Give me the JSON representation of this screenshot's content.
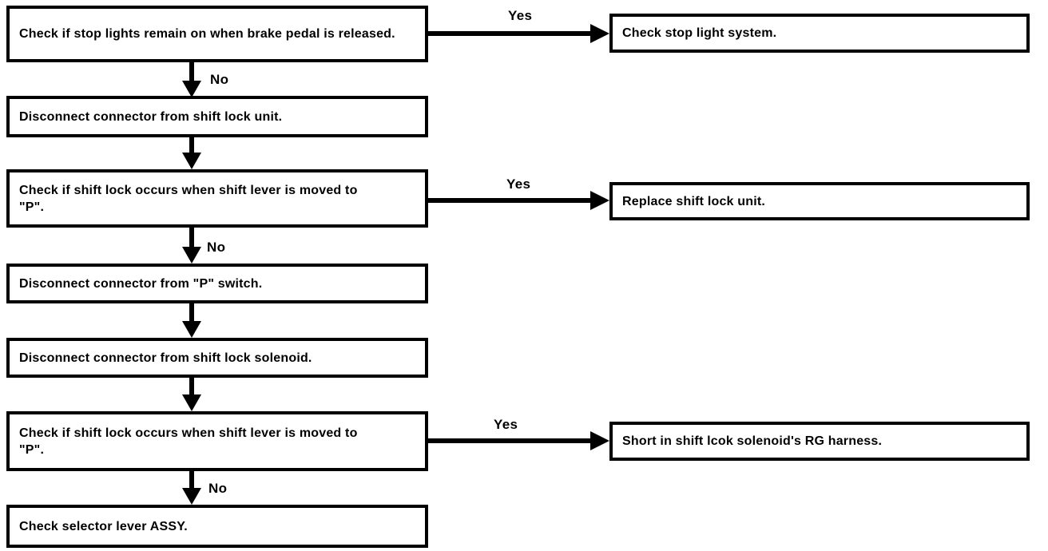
{
  "diagram": {
    "type": "flowchart",
    "steps": [
      {
        "text": "Check if stop lights remain on when brake pedal is released."
      },
      {
        "text": "Disconnect connector from shift lock unit."
      },
      {
        "text": "Check if shift lock occurs when shift lever is moved to \"P\"."
      },
      {
        "text": "Disconnect connector from \"P\" switch."
      },
      {
        "text": "Disconnect connector from shift lock solenoid."
      },
      {
        "text": "Check if shift lock occurs when shift lever is moved to \"P\"."
      },
      {
        "text": "Check selector lever ASSY."
      }
    ],
    "results": [
      {
        "text": "Check stop light system."
      },
      {
        "text": "Replace shift lock unit."
      },
      {
        "text": "Short in shift lcok solenoid's RG harness."
      }
    ],
    "labels": {
      "yes": "Yes",
      "no": "No"
    },
    "colors": {
      "line": "#000000",
      "background": "#ffffff"
    }
  }
}
